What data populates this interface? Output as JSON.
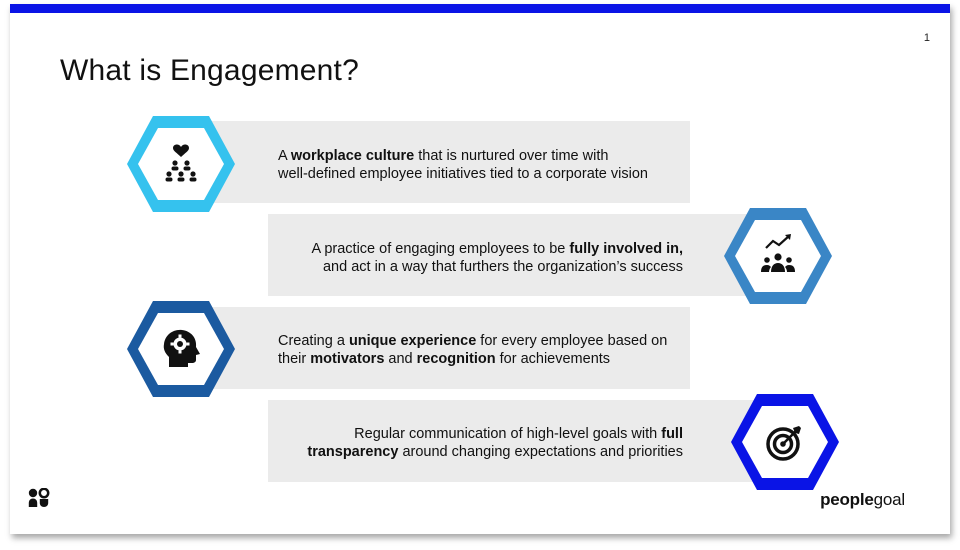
{
  "slide": {
    "page_number": "1",
    "title": "What is Engagement?",
    "brand_bold": "people",
    "brand_light": "goal"
  },
  "items": [
    {
      "pre": "A ",
      "b1": "workplace culture",
      "mid": " that is nurtured over time with",
      "line2": "well-defined employee initiatives tied to a corporate vision",
      "hex_color": "#35c2ee",
      "icon": "team-heart-icon"
    },
    {
      "pre": "A practice of engaging employees to be ",
      "b1": "fully involved in,",
      "line2": "and act in a way that furthers the organization’s success",
      "hex_color": "#3a86c6",
      "icon": "team-growth-icon"
    },
    {
      "pre": "Creating a ",
      "b1": "unique experience",
      "mid": " for every employee based on",
      "line2_pre": "their ",
      "line2_b1": "motivators",
      "line2_mid": " and ",
      "line2_b2": "recognition",
      "line2_post": " for achievements",
      "hex_color": "#1b5aa0",
      "icon": "head-gear-icon"
    },
    {
      "pre": "Regular communication of high-level goals with ",
      "b1": "full",
      "line2_b": "transparency",
      "line2_post": " around changing expectations and priorities",
      "hex_color": "#0a14e6",
      "icon": "target-arrow-icon"
    }
  ]
}
